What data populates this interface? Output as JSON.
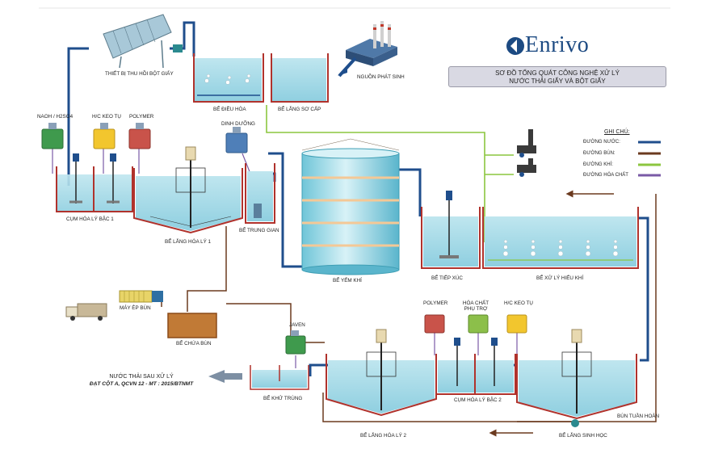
{
  "brand": {
    "name": "Enrivo"
  },
  "title": {
    "line1": "SƠ ĐỒ TỔNG QUÁT CÔNG NGHỆ XỬ LÝ",
    "line2": "NƯỚC THẢI GIẤY VÀ BỘT GIẤY"
  },
  "legend": {
    "title": "GHI CHÚ:",
    "items": [
      {
        "label": "ĐƯỜNG NƯỚC:",
        "color": "#1f4e8c"
      },
      {
        "label": "ĐƯỜNG BÙN:",
        "color": "#6b3a1f"
      },
      {
        "label": "ĐƯỜNG KHÍ:",
        "color": "#8cc63f"
      },
      {
        "label": "ĐƯỜNG HÓA CHẤT",
        "color": "#7a5aa6"
      }
    ]
  },
  "labels": {
    "fiber_recovery": "THIẾT BỊ THU HỒI BỘT GIẤY",
    "equalization": "BỂ ĐIỀU HÒA",
    "primary_settling": "BỂ LẮNG SƠ CẤP",
    "source": "NGUỒN PHÁT SINH",
    "naoh": "NAOH / H2SO4",
    "coagulant": "H/C KEO TỤ",
    "polymer": "POLYMER",
    "nutrient": "DINH DƯỠNG",
    "coag_cluster_1": "CỤM HÓA LÝ BẬC 1",
    "physchem_settling_1": "BỂ LẮNG HÓA LÝ 1",
    "intermediate": "BỂ TRUNG GIAN",
    "anaerobic": "BỂ YẾM KHÍ",
    "contact": "BỂ TIẾP XÚC",
    "aerobic": "BỂ XỬ LÝ HIẾU KHÍ",
    "filter_press": "MÁY ÉP BÙN",
    "sludge_tank": "BỂ CHỨA BÙN",
    "javen": "JAVEN",
    "disinfection": "BỂ KHỬ TRÙNG",
    "polymer_2": "POLYMER",
    "aux_chem": "HÓA CHẤT PHỤ TRỢ",
    "coagulant_2": "H/C KEO TỤ",
    "coag_cluster_2": "CỤM HÓA LÝ BẬC 2",
    "physchem_settling_2": "BỂ LẮNG HÓA LÝ 2",
    "bio_settling": "BỂ LẮNG SINH HỌC",
    "return_sludge": "BÙN TUẦN HOÀN"
  },
  "output": {
    "line1": "NƯỚC THẢI SAU XỬ LÝ",
    "line2": "ĐẠT CỘT A, QCVN 12 - MT : 2015/BTNMT"
  }
}
